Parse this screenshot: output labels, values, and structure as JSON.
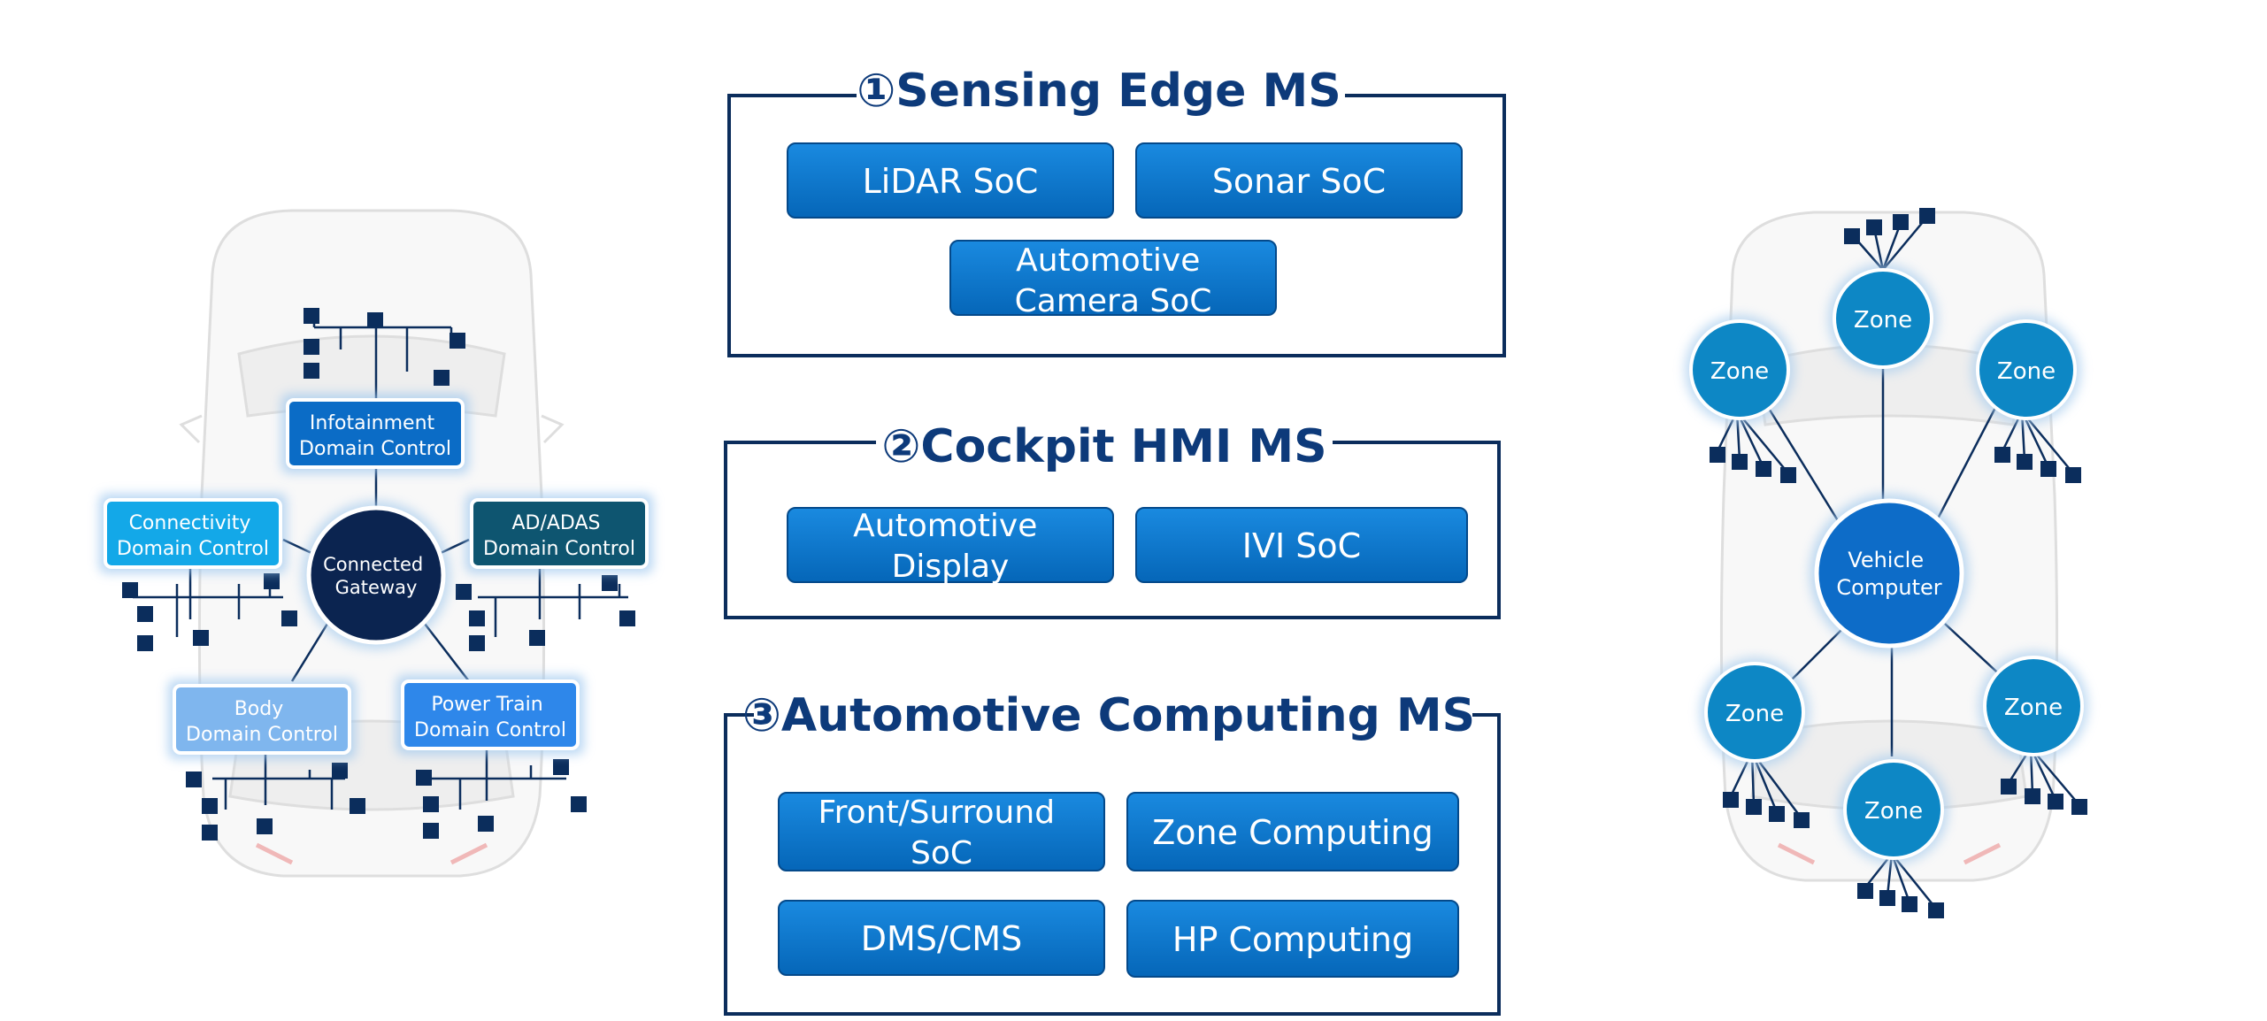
{
  "colors": {
    "navy": "#0b2d5c",
    "title": "#0d3a7a",
    "box_blue": "#0a7ad0",
    "box_blue_dark": "#0562ab",
    "zone_teal": "#0d87c5",
    "gateway": "#0b2450",
    "car_outline": "#d5d5d5",
    "car_fill": "#f7f7f7"
  },
  "sections": [
    {
      "title": "①Sensing Edge MS",
      "items": [
        {
          "id": "lidar",
          "lines": [
            "LiDAR SoC"
          ]
        },
        {
          "id": "sonar",
          "lines": [
            "Sonar SoC"
          ]
        },
        {
          "id": "camera",
          "lines": [
            "Automotive",
            "Camera SoC"
          ]
        }
      ]
    },
    {
      "title": "②Cockpit HMI MS",
      "items": [
        {
          "id": "display",
          "lines": [
            "Automotive",
            "Display"
          ]
        },
        {
          "id": "ivi",
          "lines": [
            "IVI SoC"
          ]
        }
      ]
    },
    {
      "title": "③Automotive Computing MS",
      "items": [
        {
          "id": "front",
          "lines": [
            "Front/Surround",
            "SoC"
          ]
        },
        {
          "id": "zonecomp",
          "lines": [
            "Zone Computing"
          ]
        },
        {
          "id": "dms",
          "lines": [
            "DMS/CMS"
          ]
        },
        {
          "id": "hp",
          "lines": [
            "HP Computing"
          ]
        }
      ]
    }
  ],
  "domain_arch": {
    "gateway": [
      "Connected",
      "Gateway"
    ],
    "domains": [
      {
        "id": "infotainment",
        "lines": [
          "Infotainment",
          "Domain Control"
        ],
        "color": "#0b6cc6"
      },
      {
        "id": "connectivity",
        "lines": [
          "Connectivity",
          "Domain Control"
        ],
        "color": "#13a8e8"
      },
      {
        "id": "adas",
        "lines": [
          "AD/ADAS",
          "Domain Control"
        ],
        "color": "#0e5570"
      },
      {
        "id": "body",
        "lines": [
          "Body",
          "Domain Control"
        ],
        "color": "#7fb6ee"
      },
      {
        "id": "powertrain",
        "lines": [
          "Power Train",
          "Domain Control"
        ],
        "color": "#2e87ea"
      }
    ]
  },
  "zone_arch": {
    "center": [
      "Vehicle",
      "Computer"
    ],
    "zone_label": "Zone"
  }
}
